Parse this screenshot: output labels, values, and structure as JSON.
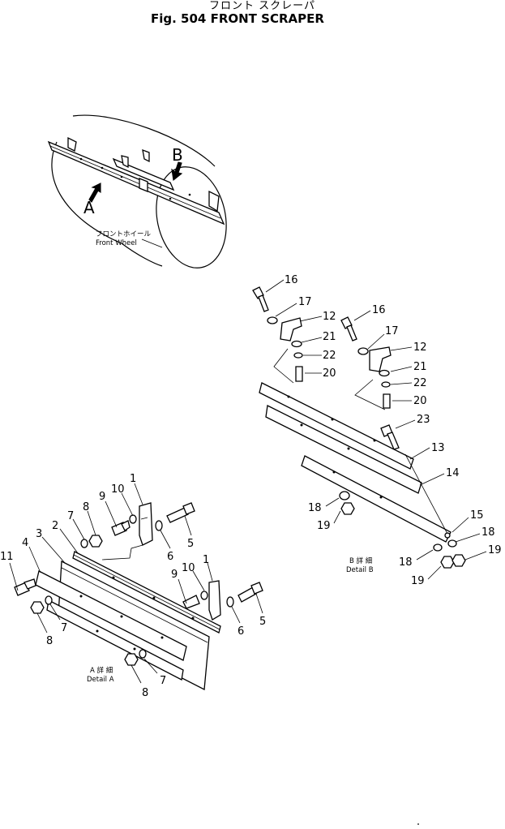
{
  "title": {
    "japanese": "フロント スクレーパ",
    "english": "Fig. 504 FRONT SCRAPER"
  },
  "overview": {
    "arrow_a_label": "A",
    "arrow_b_label": "B",
    "wheel_label_jp": "フロントホイール",
    "wheel_label_en": "Front  Wheel"
  },
  "detail_a": {
    "caption_jp": "A 詳 細",
    "caption_en": "Detail  A",
    "callouts": [
      "1",
      "2",
      "3",
      "4",
      "5",
      "6",
      "7",
      "8",
      "9",
      "10",
      "11",
      "1",
      "5",
      "6",
      "7",
      "8",
      "9",
      "10",
      "7",
      "8"
    ]
  },
  "detail_b": {
    "caption_jp": "B 詳 細",
    "caption_en": "Detail  B",
    "callouts": [
      "16",
      "17",
      "12",
      "21",
      "22",
      "20",
      "16",
      "17",
      "12",
      "21",
      "22",
      "20",
      "23",
      "13",
      "14",
      "18",
      "19",
      "15",
      "18",
      "18",
      "19",
      "19"
    ]
  }
}
